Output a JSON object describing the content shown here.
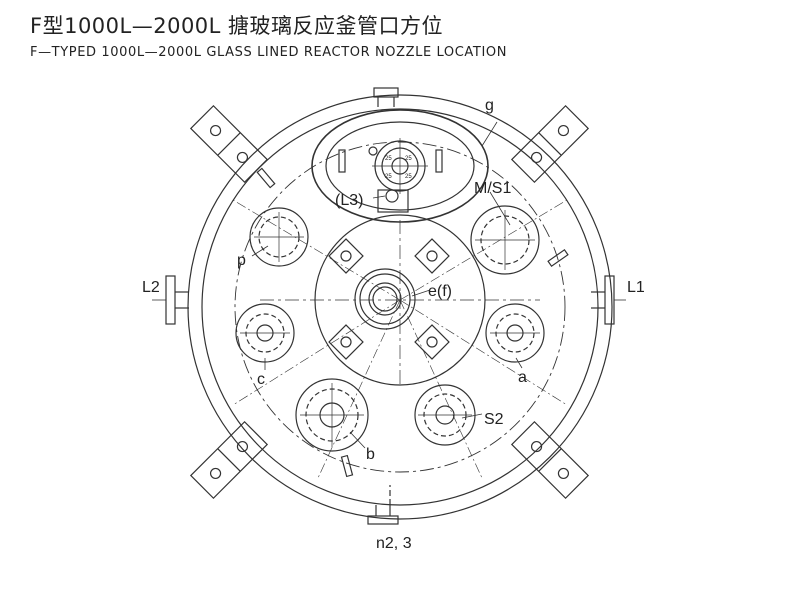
{
  "title": "F型1000L—2000L 搪玻璃反应釜管口方位",
  "subtitle": "F—TYPED 1000L—2000L GLASS LINED REACTOR NOZZLE LOCATION",
  "labels": {
    "g": "g",
    "ms1": "M/S1",
    "l3": "(L3)",
    "p": "p",
    "l2": "L2",
    "l1": "L1",
    "ef": "e(f)",
    "c": "c",
    "a": "a",
    "s2": "S2",
    "b": "b",
    "n23": "n2, 3"
  },
  "manway_marks": [
    "25",
    "25",
    "25",
    "25"
  ],
  "colors": {
    "line": "#333333",
    "background": "#ffffff"
  }
}
